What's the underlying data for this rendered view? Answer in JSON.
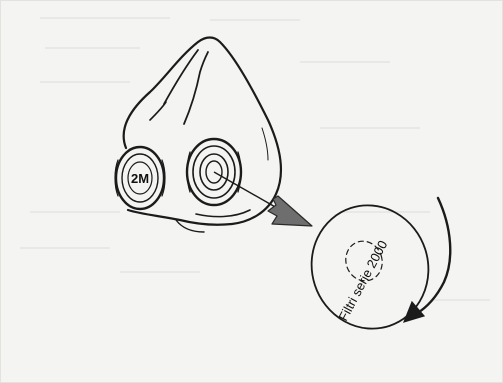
{
  "diagram": {
    "filter_label": "Filtri serie 2000",
    "cartridge_marking": "2M",
    "colors": {
      "paper": "#f4f4f2",
      "ink": "#1b1b1b",
      "arrow_fill": "#6e6e6e",
      "bleed_through": "#b9b9b6"
    },
    "elements": [
      "half-mask",
      "left-filter-cartridge",
      "right-filter-holder",
      "removal-arrow",
      "filter-disc",
      "rotation-arrow"
    ]
  }
}
